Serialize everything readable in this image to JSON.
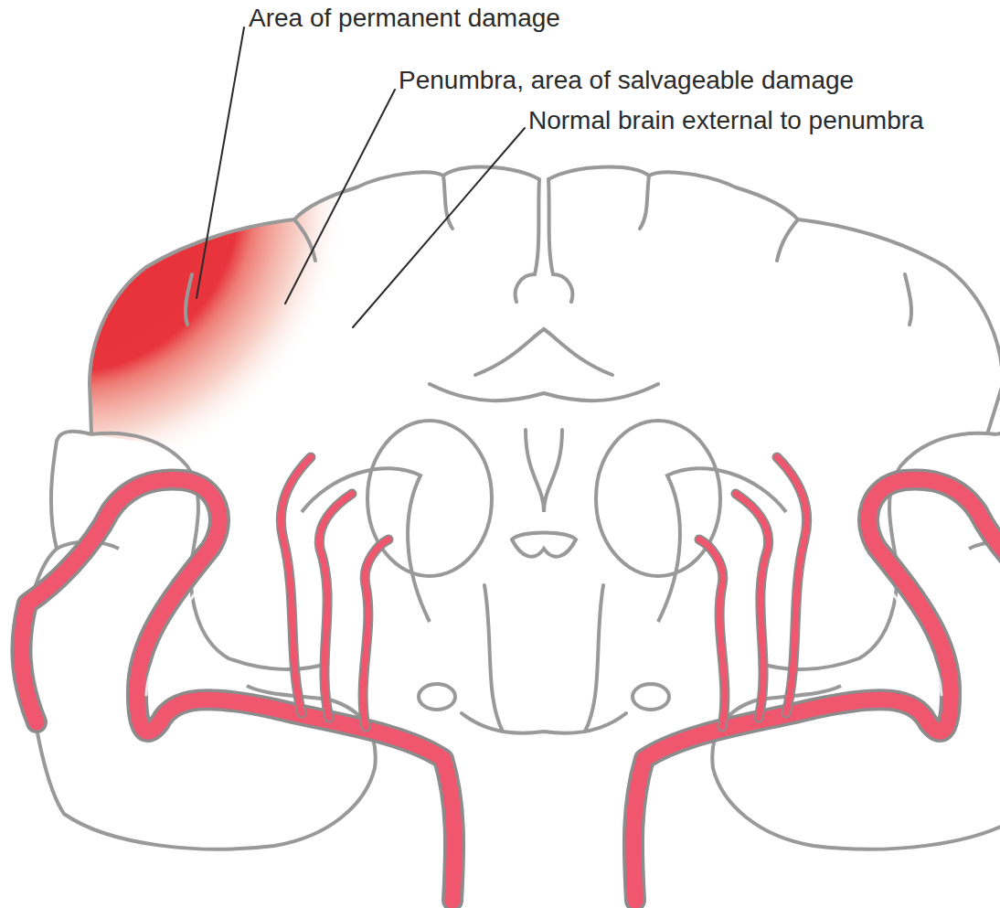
{
  "diagram": {
    "labels": [
      "Area of permanent damage",
      "Penumbra, area of salvageable damage",
      "Normal brain external to penumbra"
    ]
  }
}
